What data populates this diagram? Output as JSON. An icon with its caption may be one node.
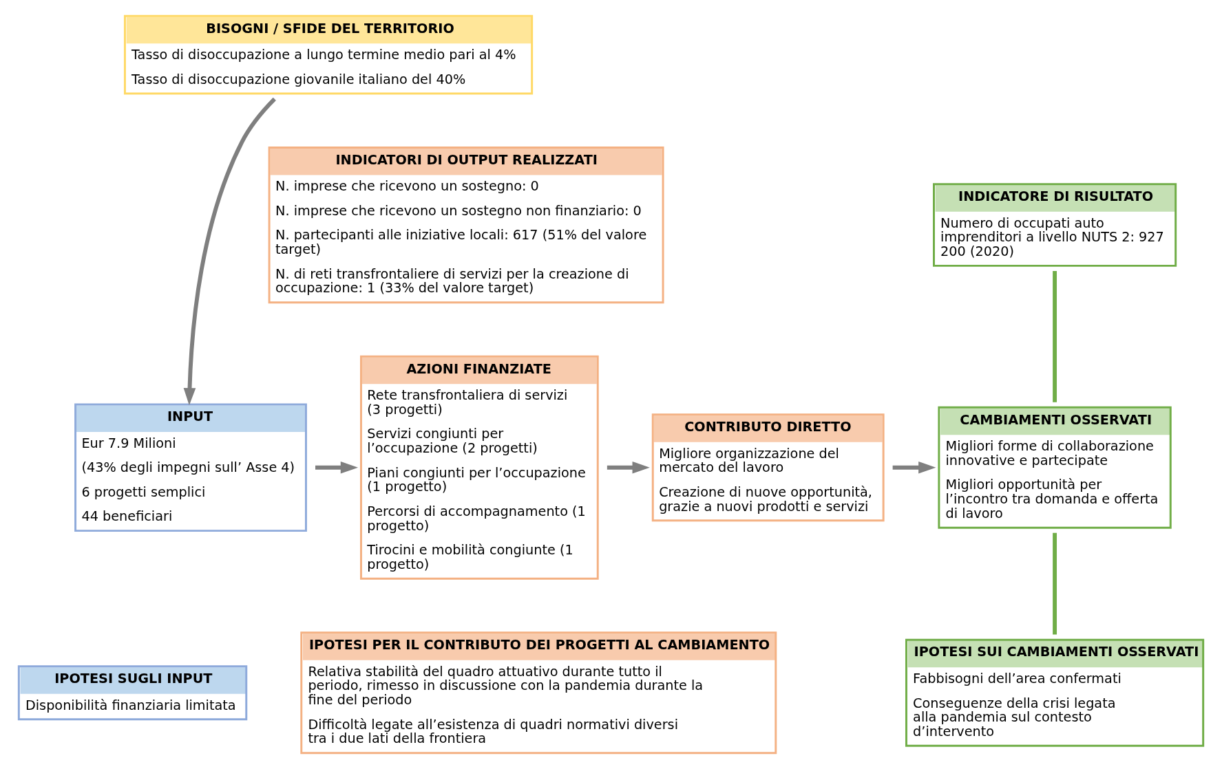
{
  "diagram": {
    "nodes": [
      {
        "text": [
          "BISOGNI / SFIDE DEL TERRITORIO",
          "Tasso di disoccupazione a lungo termine medio pari al 4%",
          "Tasso di disoccupazione giovanile italiano del 40%"
        ]
      },
      {
        "text": [
          "INPUT",
          "Eur 7.9 Milioni",
          "(43% degli impegni sull’ Asse 4)",
          "6 progetti semplici",
          "44 beneficiari"
        ]
      },
      {
        "text": [
          "IPOTESI SUGLI INPUT",
          "Disponibilità finanziaria limitata"
        ]
      },
      {
        "text": [
          "INDICATORI DI OUTPUT REALIZZATI",
          "N. imprese che ricevono un sostegno: 0",
          "N. imprese che ricevono un sostegno non finanziario: 0",
          "N. partecipanti alle iniziative locali: 617 (51% del valore target)",
          "N. di reti transfrontaliere di servizi per la creazione di occupazione: 1 (33% del valore target)"
        ]
      },
      {
        "text": [
          "AZIONI FINANZIATE",
          "Rete transfrontaliera di servizi (3 progetti)",
          "Servizi congiunti per l’occupazione (2 progetti)",
          "Piani congiunti per l’occupazione (1 progetto)",
          "Percorsi di accompagnamento (1 progetto)",
          "Tirocini e mobilità congiunte (1 progetto)"
        ]
      },
      {
        "text": [
          "CONTRIBUTO DIRETTO",
          "Migliore organizzazione del mercato del lavoro",
          "Creazione di nuove opportunità, grazie a nuovi prodotti e servizi"
        ]
      },
      {
        "text": [
          "IPOTESI PER IL CONTRIBUTO DEI PROGETTI AL CAMBIAMENTO",
          "Relativa stabilità del quadro attuativo durante tutto il periodo, rimesso in discussione con la pandemia durante la fine del periodo",
          "Difficoltà legate all’esistenza di quadri normativi diversi tra i due lati della frontiera"
        ]
      },
      {
        "text": [
          "INDICATORE DI RISULTATO",
          "Numero di occupati auto imprenditori a livello NUTS 2: 927 200 (2020)"
        ]
      },
      {
        "text": [
          "CAMBIAMENTI OSSERVATI",
          "Migliori forme di collaborazione innovative e partecipate",
          "Migliori opportunità per l’incontro tra domanda e offerta di lavoro"
        ]
      },
      {
        "text": [
          "IPOTESI SUI CAMBIAMENTI OSSERVATI",
          "Fabbisogni dell’area confermati",
          "Conseguenze della crisi legata alla pandemia sul contesto d’intervento"
        ]
      }
    ],
    "edges": [
      {
        "from": 0,
        "to": 1,
        "arrow": "to"
      },
      {
        "from": 1,
        "to": 4,
        "arrow": "to"
      },
      {
        "from": 4,
        "to": 5,
        "arrow": "to"
      },
      {
        "from": 5,
        "to": 8,
        "arrow": "to"
      },
      {
        "from": 7,
        "to": 8,
        "arrow": "none",
        "color": "#70ad47"
      },
      {
        "from": 8,
        "to": 9,
        "arrow": "none",
        "color": "#70ad47"
      }
    ]
  }
}
